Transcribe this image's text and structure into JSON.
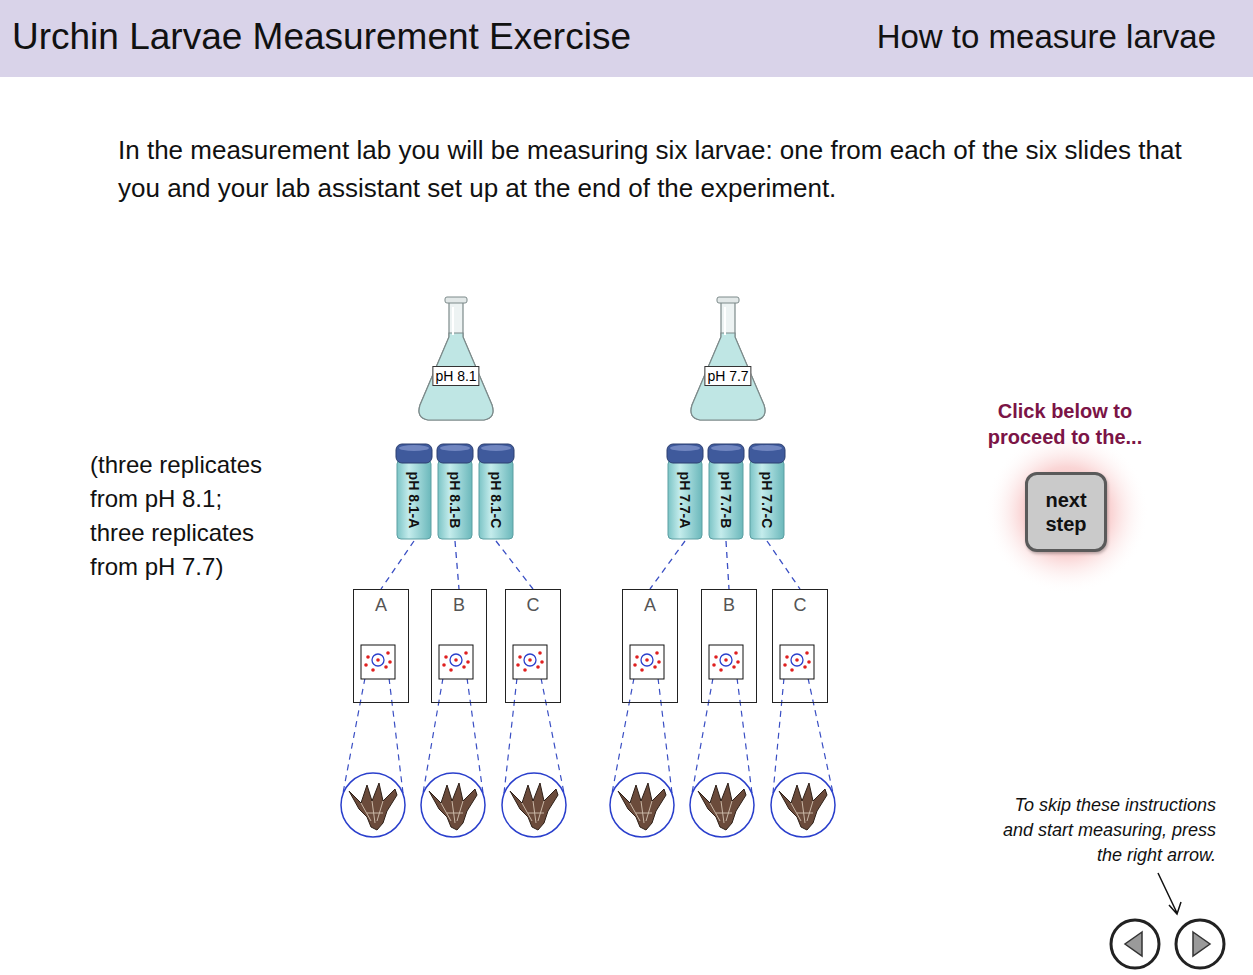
{
  "diagram": {
    "title": "Urchin Larvae Measurement Exercise",
    "nodes": [
      {
        "text": [
          "pH 8.1"
        ]
      },
      {
        "text": [
          "pH 7.7"
        ]
      },
      {
        "text": [
          "pH 8.1-A"
        ]
      },
      {
        "text": [
          "pH 8.1-B"
        ]
      },
      {
        "text": [
          "pH 8.1-C"
        ]
      },
      {
        "text": [
          "pH 7.7-A"
        ]
      },
      {
        "text": [
          "pH 7.7-B"
        ]
      },
      {
        "text": [
          "pH 7.7-C"
        ]
      },
      {
        "text": [
          "A"
        ]
      },
      {
        "text": [
          "B"
        ]
      },
      {
        "text": [
          "C"
        ]
      },
      {
        "text": [
          "A"
        ]
      },
      {
        "text": [
          "B"
        ]
      },
      {
        "text": [
          "C"
        ]
      },
      {
        "text": [
          "next step"
        ]
      }
    ],
    "edges": [
      {
        "from": 2,
        "to": 8,
        "arrow": "none"
      },
      {
        "from": 3,
        "to": 9,
        "arrow": "none"
      },
      {
        "from": 4,
        "to": 10,
        "arrow": "none"
      },
      {
        "from": 5,
        "to": 11,
        "arrow": "none"
      },
      {
        "from": 6,
        "to": 12,
        "arrow": "none"
      },
      {
        "from": 7,
        "to": 13,
        "arrow": "none"
      }
    ],
    "labels": [
      "How to measure larvae",
      "In the measurement lab you will be measuring six larvae: one from each of the six slides that you and your lab assistant set up at the end of the experiment.",
      "(three replicates from pH 8.1; three replicates from pH 7.7)",
      "Click below to proceed to the...",
      "To skip these instructions and start measuring, press the right arrow."
    ]
  }
}
